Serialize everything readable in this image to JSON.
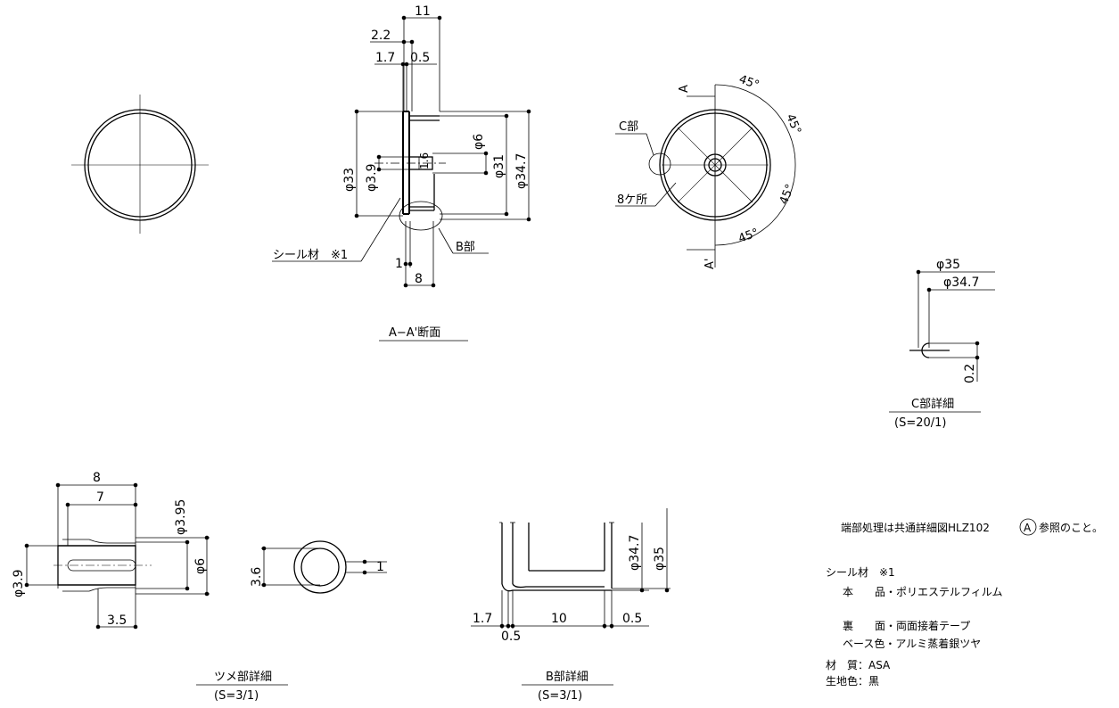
{
  "section_view": {
    "dim_11": "11",
    "dim_2_2": "2.2",
    "dim_1_7": "1.7",
    "dim_0_5": "0.5",
    "dim_phi6": "φ6",
    "dim_phi31": "φ31",
    "dim_phi34_7": "φ34.7",
    "dim_phi33": "φ33",
    "dim_phi3_9": "φ3.9",
    "dim_1_6": "1.6",
    "dim_1": "1",
    "dim_8": "8",
    "seal_label": "シール材　※1",
    "b_part_label": "B部",
    "title": "A−A'断面"
  },
  "front_view": {
    "angle_top": "45°",
    "angle_right": "45°",
    "angle_lower_right": "45°",
    "angle_bottom": "45°",
    "section_mark_top": "A",
    "section_mark_bottom": "A'",
    "c_part_label": "C部",
    "count_label": "8ケ所"
  },
  "c_detail": {
    "dim_phi35": "φ35",
    "dim_phi34_7": "φ34.7",
    "dim_0_2": "0.2",
    "title": "C部詳細",
    "scale": "(S=20/1)"
  },
  "claw_detail": {
    "dim_8": "8",
    "dim_7": "7",
    "dim_phi3_95": "φ3.95",
    "dim_phi3_9": "φ3.9",
    "dim_phi6": "φ6",
    "dim_3_5": "3.5",
    "title": "ツメ部詳細",
    "scale": "(S=3/1)"
  },
  "ring_detail": {
    "dim_3_6": "3.6",
    "dim_1": "1"
  },
  "b_detail": {
    "dim_phi34_7": "φ34.7",
    "dim_phi35": "φ35",
    "dim_1_7": "1.7",
    "dim_10": "10",
    "dim_0_5_right": "0.5",
    "dim_0_5_bottom": "0.5",
    "title": "B部詳細",
    "scale": "(S=3/1)"
  },
  "notes": {
    "edge_note_pre": "端部処理は共通詳細図HLZ102",
    "edge_note_circle": "A",
    "edge_note_post": "参照のこと。",
    "seal_title": "シール材　※1",
    "main_item": "本　　品・ポリエステルフィルム",
    "back_item": "裏　　面・両面接着テープ",
    "base_item": "ベース色・アルミ蒸着銀ツヤ",
    "material": "材　質：ASA",
    "color": "生地色：黒"
  }
}
